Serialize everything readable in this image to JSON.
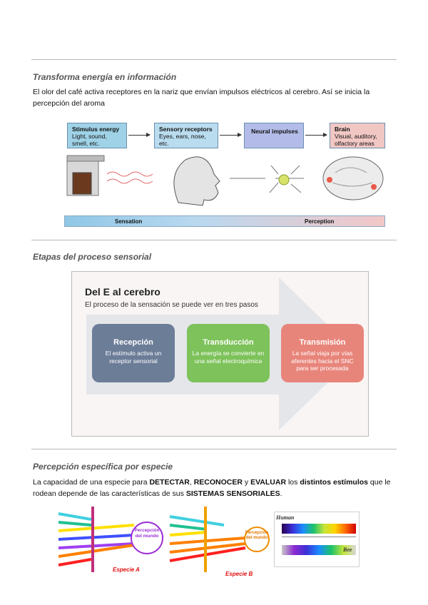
{
  "section1": {
    "heading": "Transforma energía en información",
    "paragraph": " El olor del café activa receptores en la nariz que envían impulsos eléctricos al cerebro. Así se inicia la percepción del aroma"
  },
  "figure1": {
    "stages": [
      {
        "title": "Stimulus energy",
        "desc": "Light, sound, smell, etc."
      },
      {
        "title": "Sensory receptors",
        "desc": "Eyes, ears, nose, etc."
      },
      {
        "title": "Neural impulses",
        "desc": ""
      },
      {
        "title": "Brain",
        "desc": "Visual, auditory, olfactory areas"
      }
    ],
    "band_left": "Sensation",
    "band_right": "Perception"
  },
  "section2": {
    "heading": "Etapas del proceso sensorial",
    "title": "Del E al cerebro",
    "subtitle": "El proceso de la sensación se puede ver en tres pasos",
    "steps": [
      {
        "title": "Recepción",
        "desc": "El estímulo activa un receptor sensorial",
        "color": "#6c7d98"
      },
      {
        "title": "Transducción",
        "desc": "La energía se convierte en una señal electroquímica",
        "color": "#7dc25a"
      },
      {
        "title": "Transmisión",
        "desc": "La señal viaja por vías aferentes hacia el SNC para ser procesada",
        "color": "#e8857b"
      }
    ]
  },
  "section3": {
    "heading": "Percepción específica por especie",
    "p_part1": "La capacidad de una especie para ",
    "k1": "DETECTAR",
    "sep1": ", ",
    "k2": "RECONOCER",
    "sep2": " y ",
    "k3": "EVALUAR",
    "p_part2": " los ",
    "k4": "distintos estímulos",
    "p_part3": " que le rodean depende de las características de sus ",
    "k5": "SISTEMAS SENSORIALES",
    "p_end": "."
  },
  "figure3": {
    "circle_a": "Percepción del mundo",
    "circle_b": "Percepción del mundo",
    "label_a": "Especie A",
    "label_b": "Especie B",
    "spectrum_human": "Human",
    "spectrum_bee": "Bee",
    "colors": {
      "circle_a": "#9b2fd6",
      "circle_b": "#f08a00",
      "filter_a": "#c0307a",
      "filter_b": "#f0a000"
    }
  }
}
